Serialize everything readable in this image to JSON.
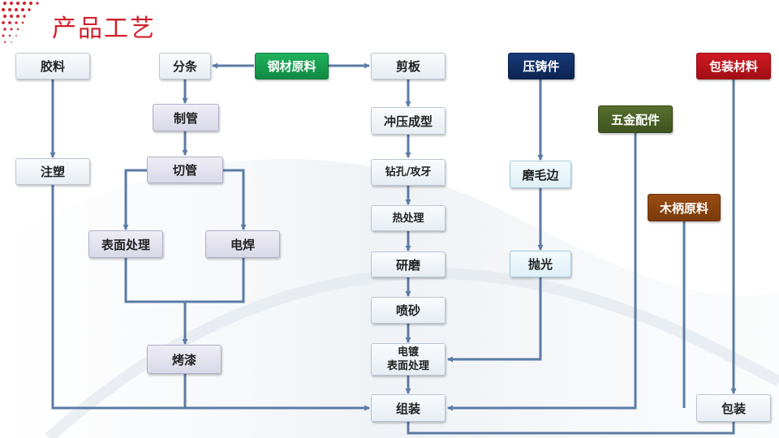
{
  "title": "产品工艺",
  "colors": {
    "title": "#d0202a",
    "line": "#5b7ba4",
    "steel": "#18a558",
    "die_cast": "#112f66",
    "packaging_material": "#bd151e",
    "hardware": "#4b6226",
    "wood_handle": "#8a4410"
  },
  "nodes": {
    "glue": "胶料",
    "injection": "注塑",
    "slitting": "分条",
    "steel": "钢材原料",
    "shearing": "剪板",
    "die_cast": "压铸件",
    "packaging_material": "包装材料",
    "tube_making": "制管",
    "stamping": "冲压成型",
    "hardware": "五金配件",
    "tube_cutting": "切管",
    "drill_tap": "钻孔/攻牙",
    "deburring": "磨毛边",
    "wood_handle": "木柄原料",
    "heat_treat": "热处理",
    "surface_treat": "表面处理",
    "welding": "电焊",
    "grinding": "研磨",
    "polishing": "抛光",
    "sandblast": "喷砂",
    "plating_line1": "电镀",
    "plating_line2": "表面处理",
    "baking_paint": "烤漆",
    "assembly": "组装",
    "packing": "包装"
  }
}
